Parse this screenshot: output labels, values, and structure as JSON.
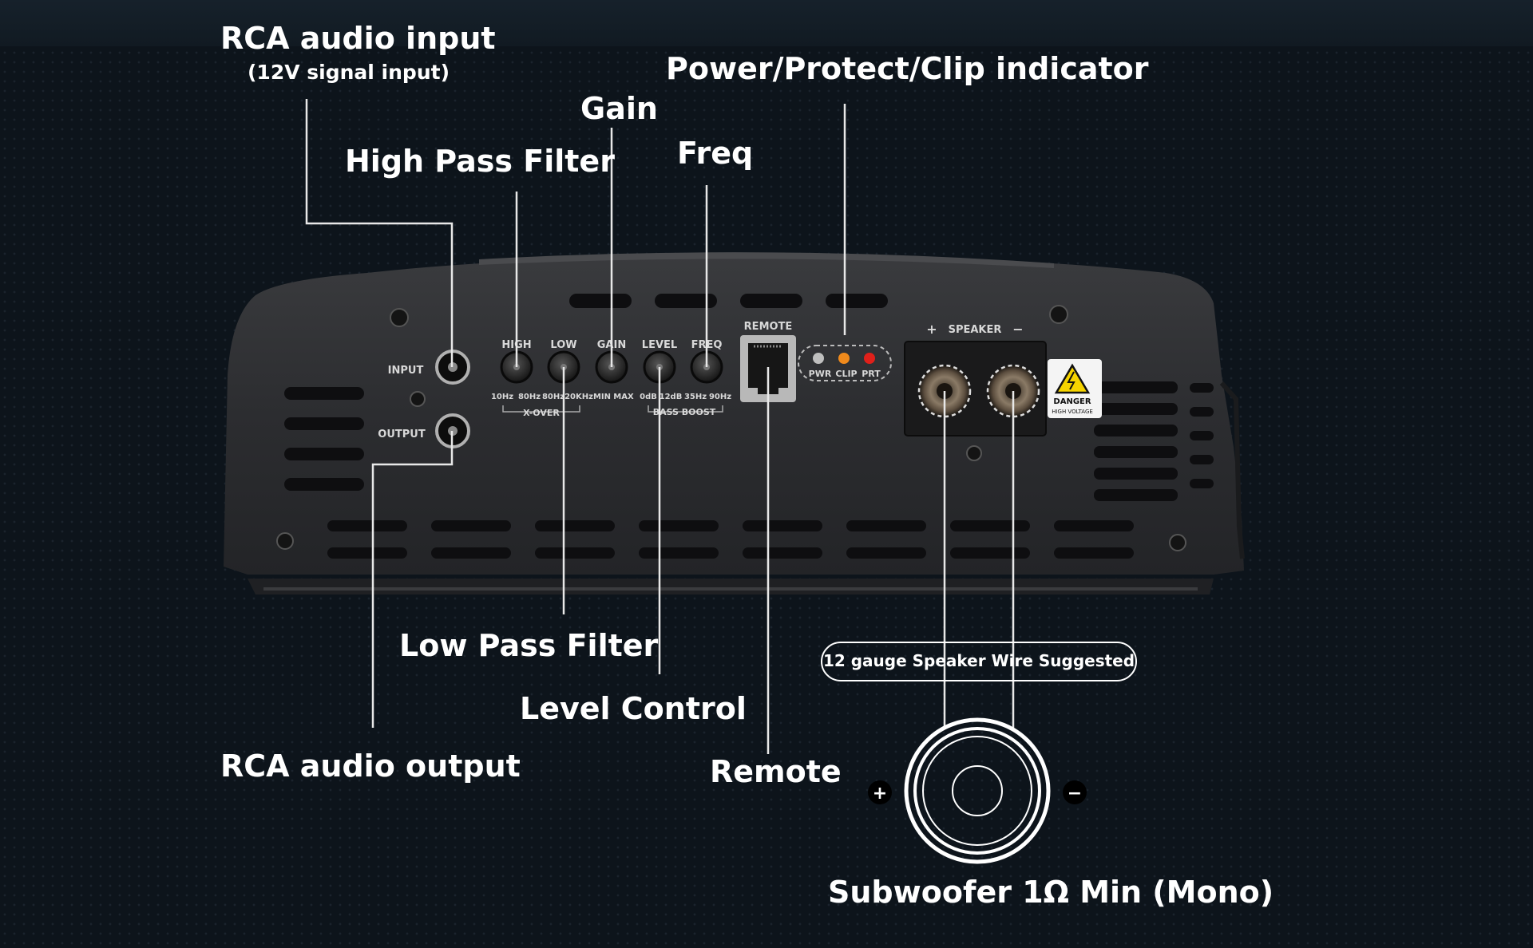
{
  "callouts": {
    "rca_input": "RCA audio input",
    "rca_input_sub": "(12V signal input)",
    "high_pass": "High Pass Filter",
    "gain": "Gain",
    "freq": "Freq",
    "indicator": "Power/Protect/Clip indicator",
    "low_pass": "Low Pass Filter",
    "level": "Level Control",
    "rca_output": "RCA audio output",
    "remote": "Remote",
    "wire_note": "12 gauge Speaker Wire Suggested",
    "subwoofer": "Subwoofer 1Ω Min (Mono)",
    "plus": "+",
    "minus": "−"
  },
  "panel": {
    "input": "INPUT",
    "output": "OUTPUT",
    "knobs": [
      "HIGH",
      "LOW",
      "GAIN",
      "LEVEL",
      "FREQ"
    ],
    "high_range": [
      "10Hz",
      "80Hz"
    ],
    "low_range": [
      "80Hz",
      "20KHz"
    ],
    "gain_range": [
      "MIN",
      "MAX"
    ],
    "level_range": [
      "0dB",
      "12dB"
    ],
    "freq_range": [
      "35Hz",
      "90Hz"
    ],
    "xover": "X-OVER",
    "bass_boost": "BASS BOOST",
    "remote": "REMOTE",
    "leds": [
      "PWR",
      "CLIP",
      "PRT"
    ],
    "speaker": "SPEAKER",
    "speaker_plus": "+",
    "speaker_minus": "−",
    "danger": "DANGER",
    "high_voltage": "HIGH VOLTAGE"
  },
  "colors": {
    "background": "#0d141b",
    "chassis": "#2b2c2e",
    "text": "#ffffff",
    "led_pwr": "#bfbfbf",
    "led_clip": "#f08a1c",
    "led_prt": "#e0201a",
    "warning": "#f6d400"
  }
}
